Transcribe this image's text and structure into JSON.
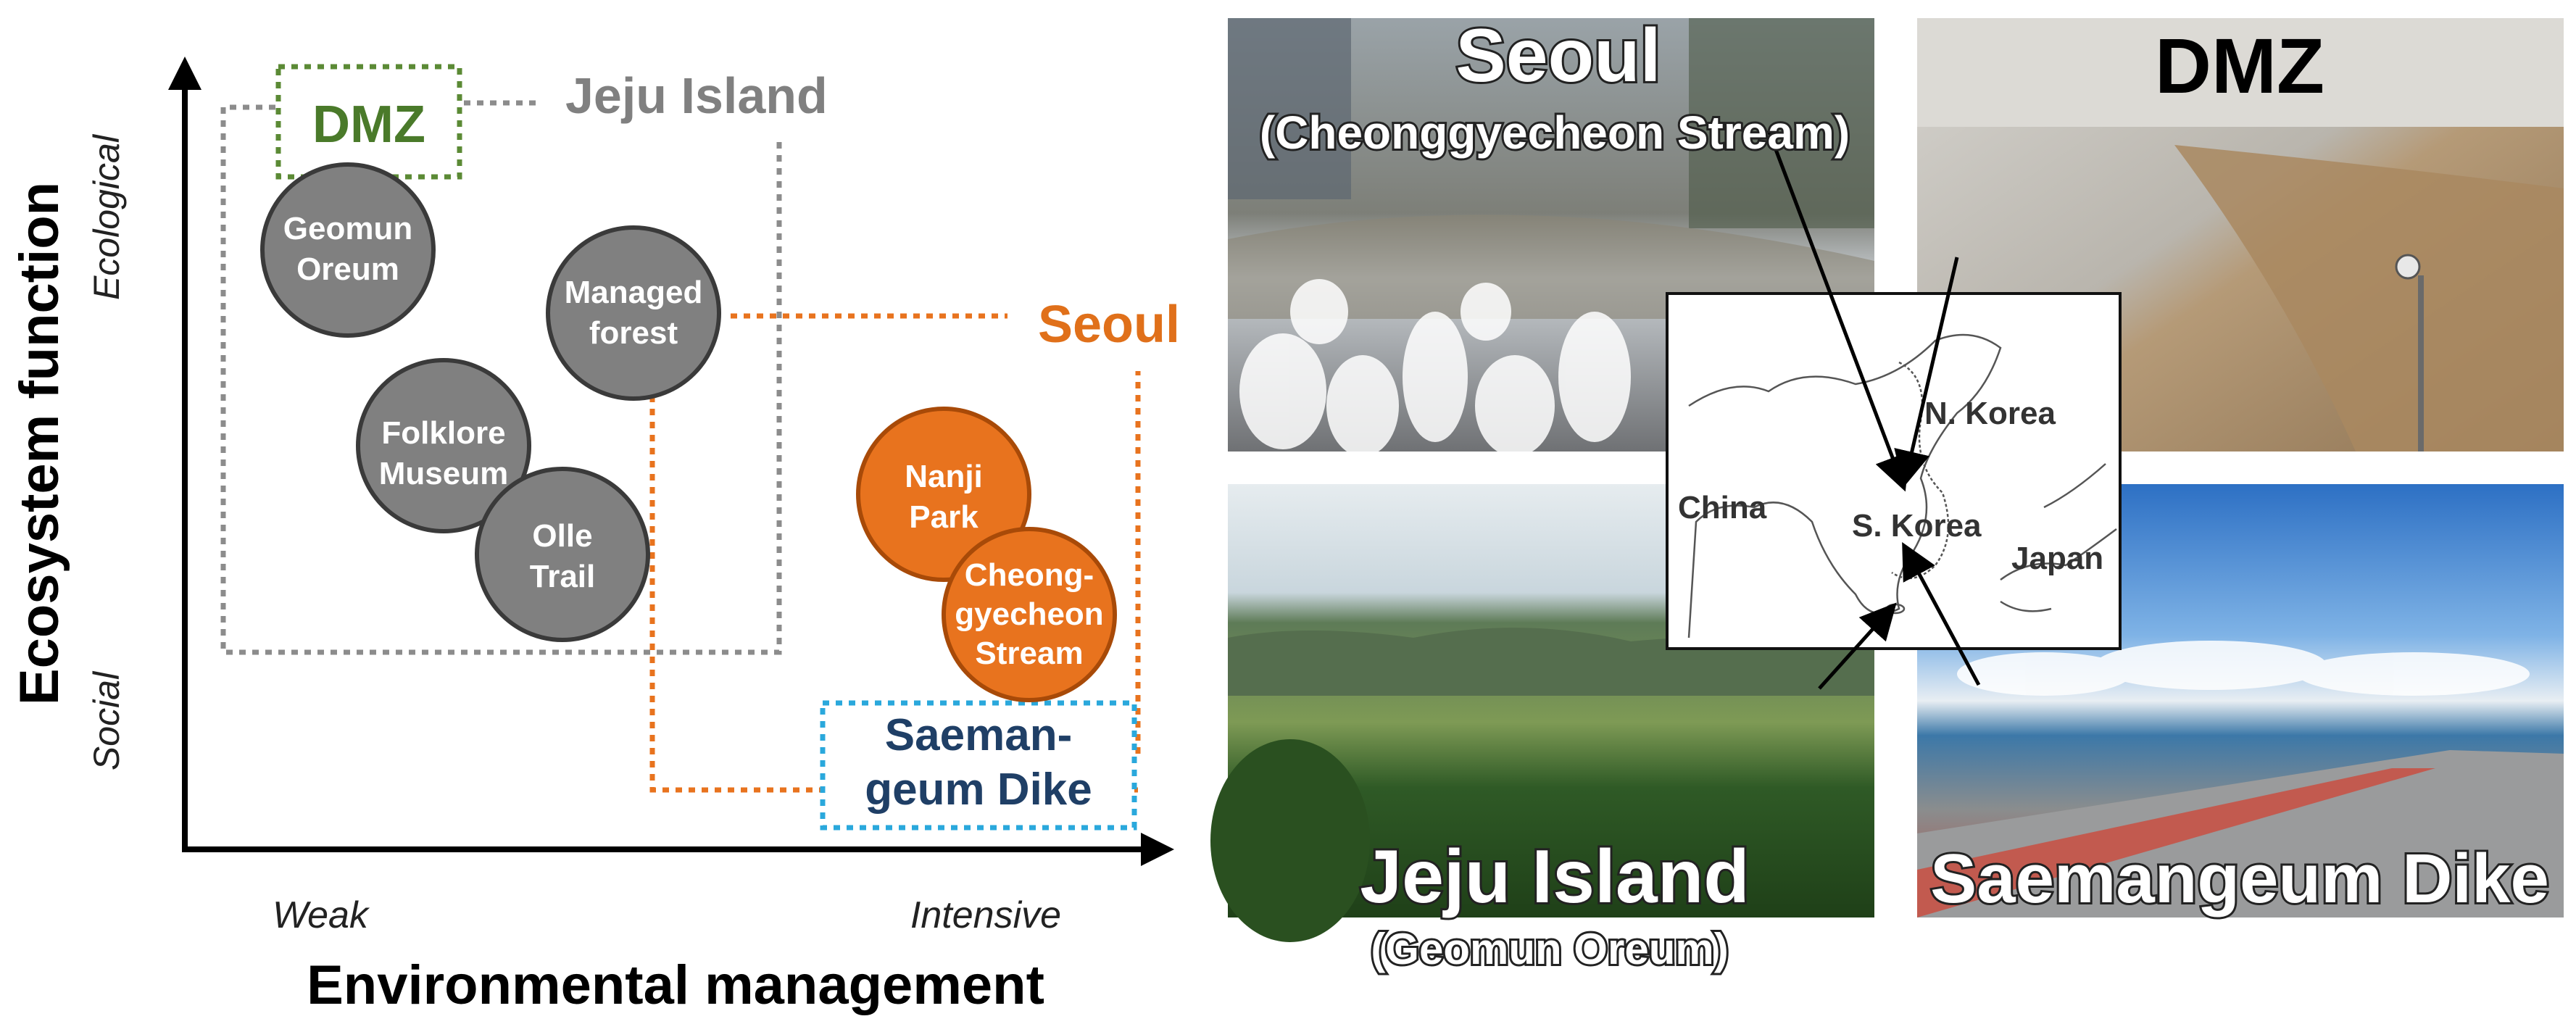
{
  "diagram": {
    "y_axis_title": "Ecosystem function",
    "y_axis_top": "Ecological",
    "y_axis_bottom": "Social",
    "x_axis_title": "Environmental management",
    "x_axis_left": "Weak",
    "x_axis_right": "Intensive",
    "groups": {
      "dmz": "DMZ",
      "jeju": "Jeju Island",
      "seoul": "Seoul",
      "saemangeum_line1": "Saeman-",
      "saemangeum_line2": "geum Dike"
    },
    "sites": [
      {
        "line1": "Geomun",
        "line2": "Oreum",
        "line3": ""
      },
      {
        "line1": "Managed",
        "line2": "forest",
        "line3": ""
      },
      {
        "line1": "Folklore",
        "line2": "Museum",
        "line3": ""
      },
      {
        "line1": "Olle",
        "line2": "Trail",
        "line3": ""
      },
      {
        "line1": "Nanji",
        "line2": "Park",
        "line3": ""
      },
      {
        "line1": "Cheong-",
        "line2": "gyecheon",
        "line3": "Stream"
      }
    ]
  },
  "photos": {
    "seoul_title": "Seoul",
    "seoul_subtitle": "(Cheonggyecheon Stream)",
    "dmz_title": "DMZ",
    "jeju_title": "Jeju Island",
    "jeju_subtitle": "(Geomun Oreum)",
    "saemangeum_title": "Saemangeum Dike"
  },
  "map": {
    "china": "China",
    "north_korea": "N. Korea",
    "south_korea": "S. Korea",
    "japan": "Japan"
  },
  "colors": {
    "gray_circle": "#808080",
    "orange_circle": "#e8731e",
    "dmz_green": "#4a7a2a",
    "jeju_gray": "#808080",
    "seoul_orange": "#e8731e",
    "saemangeum_blue": "#2aa8dc",
    "saemangeum_text": "#1f3f66"
  }
}
